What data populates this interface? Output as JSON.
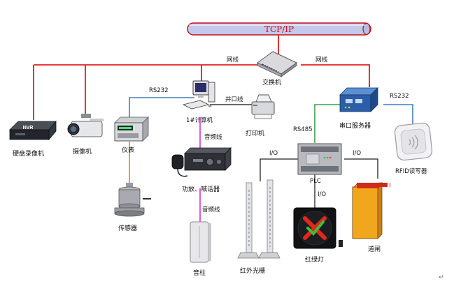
{
  "bus": {
    "label": "TCP/IP"
  },
  "links": {
    "lan_left": "网线",
    "lan_right": "网线",
    "rs232_left": "RS232",
    "rs232_right": "RS232",
    "parallel": "并口线",
    "audio_top": "音频线",
    "audio_bottom": "音频线",
    "rs485": "RS485",
    "io_left": "I/O",
    "io_right": "I/O",
    "io_bottom": "I/O"
  },
  "devices": {
    "switch": "交换机",
    "computer": "1#计算机",
    "printer": "打印机",
    "nvr": "硬盘录像机",
    "nvr_badge": "NVR",
    "camera": "摄像机",
    "meter": "仪表",
    "sensor": "传感器",
    "amplifier": "功放、喊话器",
    "speaker": "音柱",
    "serial_server": "串口服务器",
    "rfid": "RFID读写器",
    "plc": "PLC",
    "ir_grating": "红外光栅",
    "traffic_light": "红绿灯",
    "gate": "道闸"
  },
  "colors": {
    "ethernet": "#e0201e",
    "rs232": "#3d7fc7",
    "audio": "#d633cc",
    "rs485": "#3aa24a",
    "io": "#222222",
    "sensor_link": "#e07a1c",
    "bus_fill": "#c5c8ea",
    "bus_stroke": "#c0141a"
  },
  "footer": {
    "mark": "↵"
  }
}
